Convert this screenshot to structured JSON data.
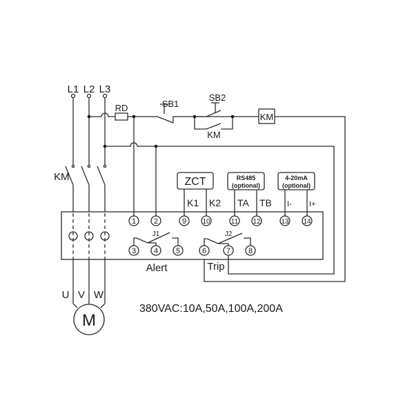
{
  "phases": [
    "L1",
    "L2",
    "L3"
  ],
  "motor_terminals": [
    "U",
    "V",
    "W"
  ],
  "motor_label": "M",
  "contactor_label": "KM",
  "fuse_label": "RD",
  "stop_button_label": "SB1",
  "start_button_label": "SB2",
  "hold_contact_label": "KM",
  "coil_label": "KM",
  "zct_label": "ZCT",
  "rs485": {
    "title": "RS485",
    "sub": "(optional)"
  },
  "analog": {
    "title": "4-20mA",
    "sub": "(optional)"
  },
  "signal_labels": {
    "k1": "K1",
    "k2": "K2",
    "ta": "TA",
    "tb": "TB",
    "iminus": "I-",
    "iplus": "I+"
  },
  "terminals_top": [
    "1",
    "2",
    "9",
    "10",
    "11",
    "12",
    "13",
    "14"
  ],
  "terminals_bottom": [
    "3",
    "4",
    "5",
    "6",
    "7",
    "8"
  ],
  "relay_labels": {
    "j1": "J1",
    "j2": "J2"
  },
  "alert_label": "Alert",
  "trip_label": "Trip",
  "rating_text": "380VAC:10A,50A,100A,200A"
}
